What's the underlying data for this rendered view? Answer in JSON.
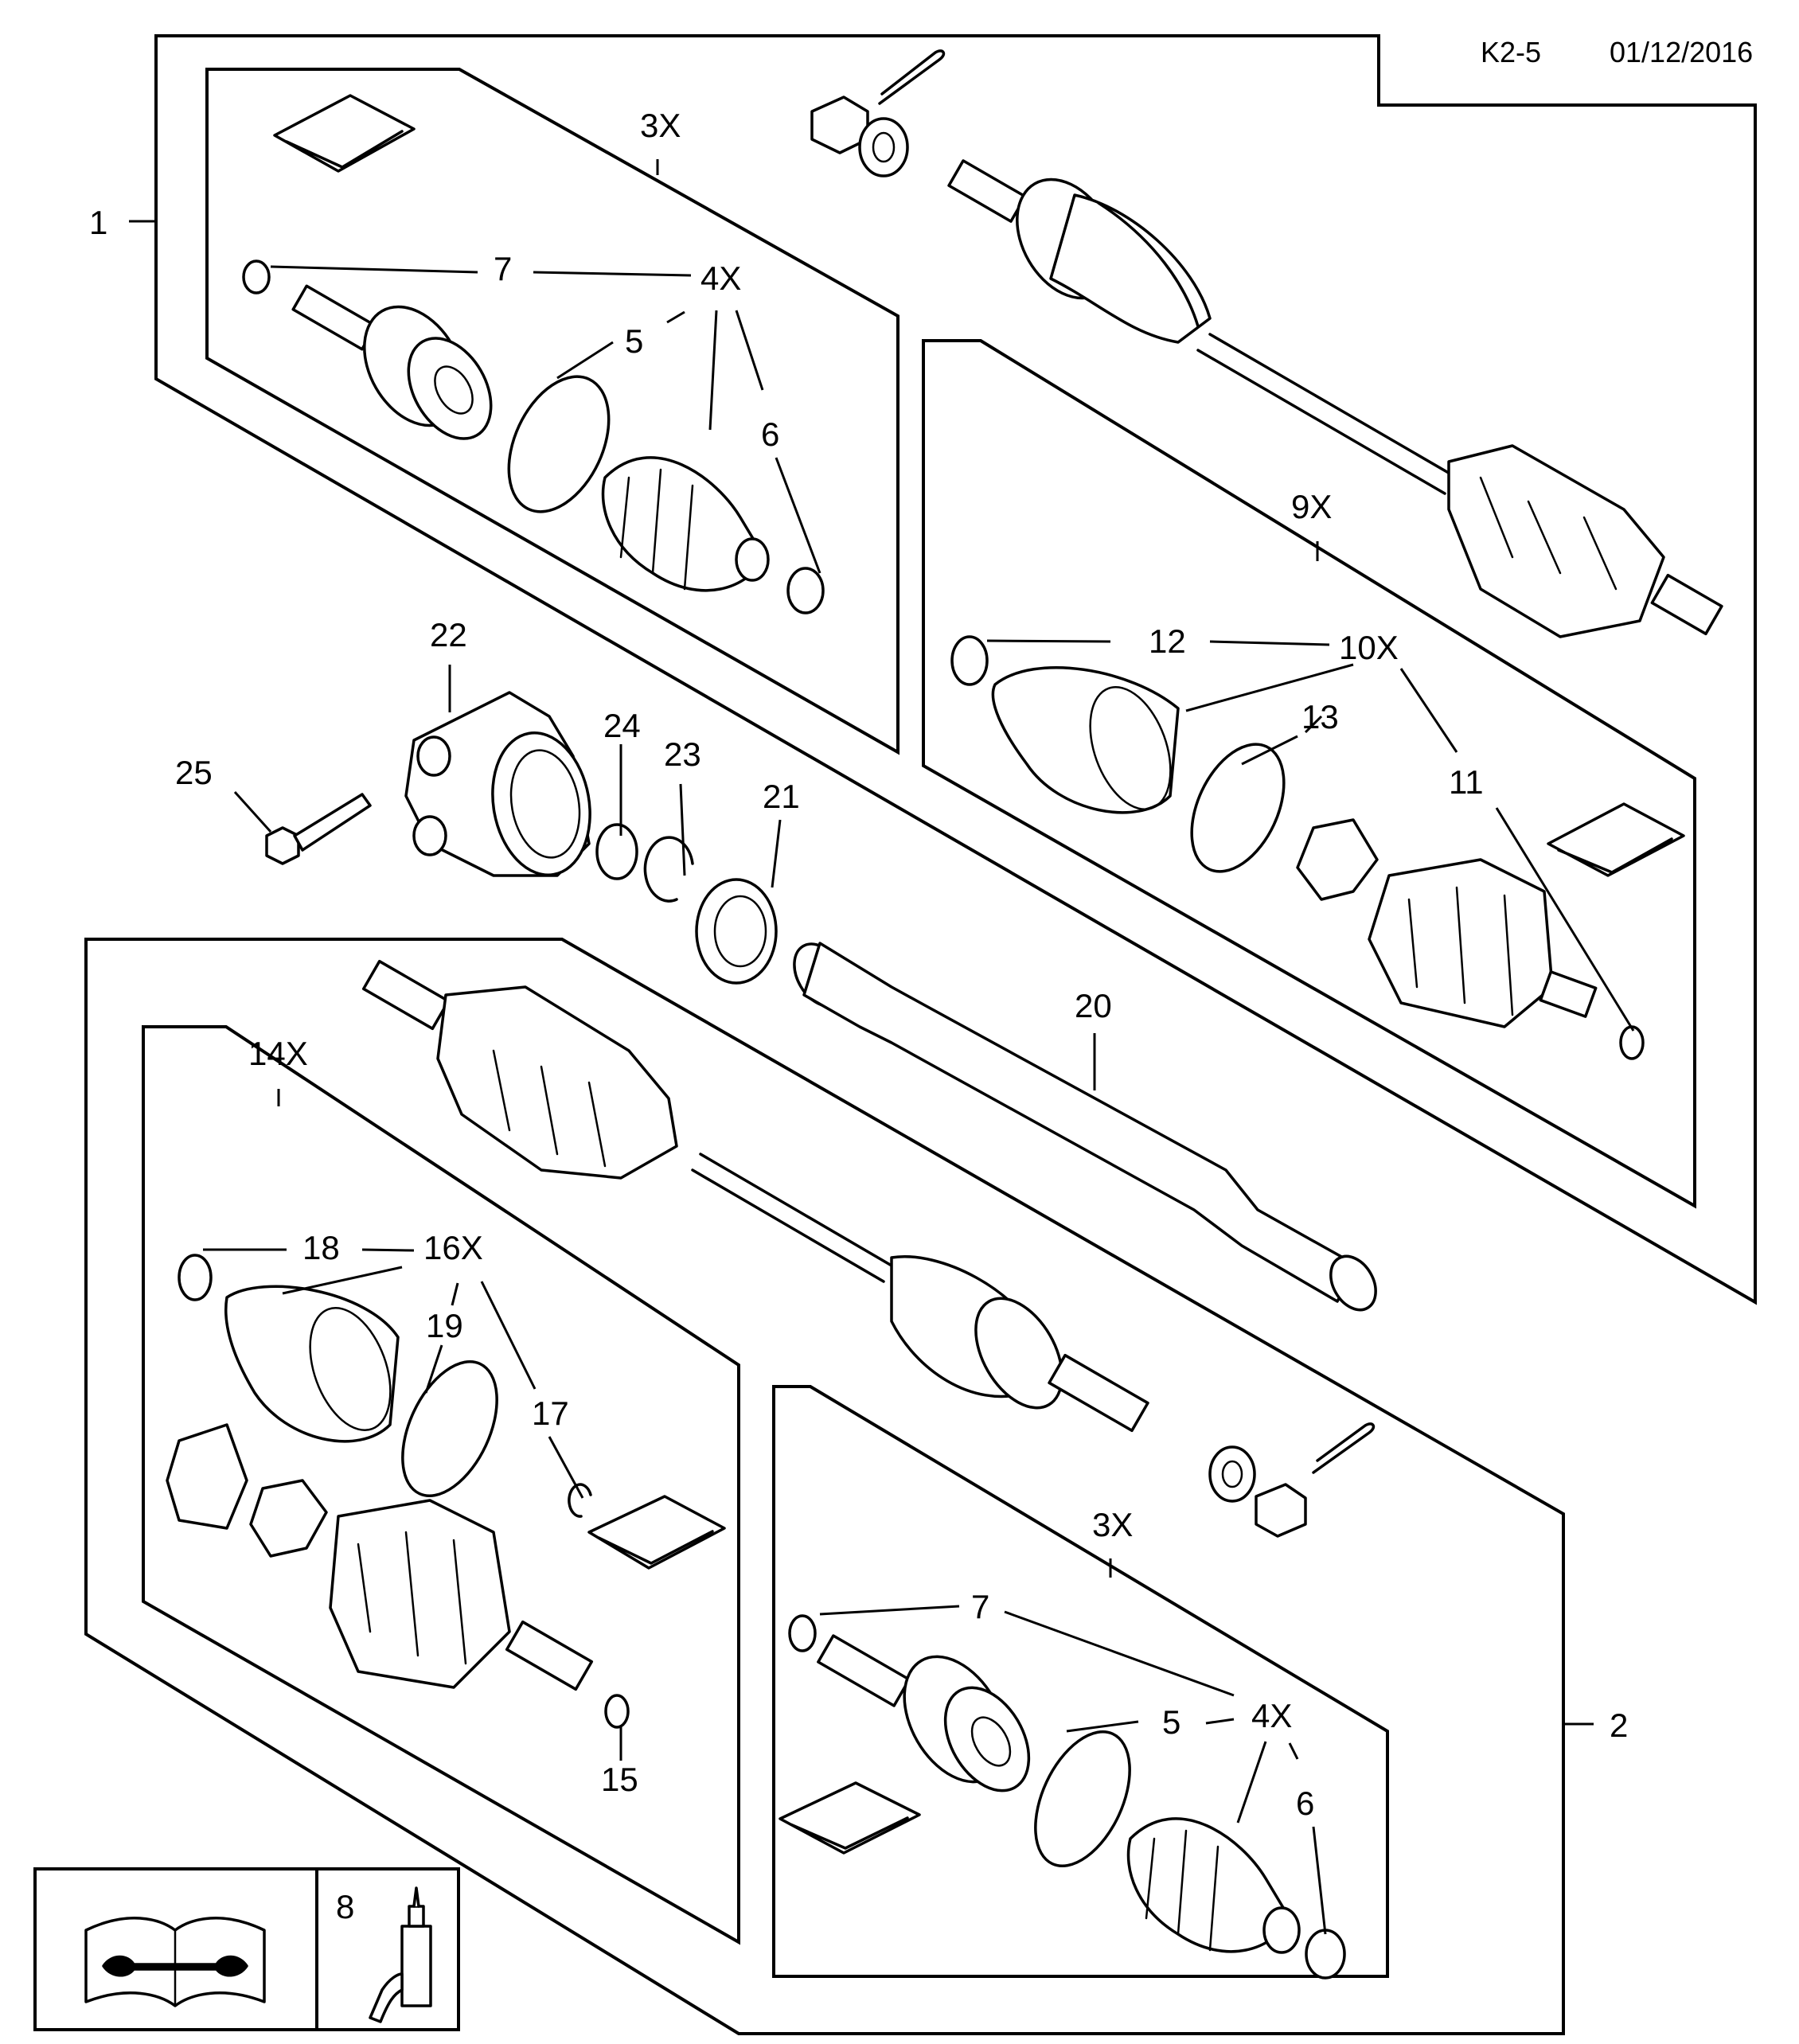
{
  "header": {
    "code": "K2-5",
    "date": "01/12/2016"
  },
  "callouts": {
    "c1": "1",
    "c2": "2",
    "c3x_top": "3X",
    "c4x_top": "4X",
    "c5_top": "5",
    "c6_top": "6",
    "c7_top": "7",
    "c9x": "9X",
    "c10x": "10X",
    "c11": "11",
    "c12": "12",
    "c13": "13",
    "c14x": "14X",
    "c15": "15",
    "c16x": "16X",
    "c17": "17",
    "c18": "18",
    "c19": "19",
    "c20": "20",
    "c21": "21",
    "c22": "22",
    "c23": "23",
    "c24": "24",
    "c25": "25",
    "c3x_bot": "3X",
    "c4x_bot": "4X",
    "c5_bot": "5",
    "c6_bot": "6",
    "c7_bot": "7",
    "c8": "8"
  },
  "icons": [
    "repair-manual-icon",
    "lubricant-bottle-icon"
  ]
}
